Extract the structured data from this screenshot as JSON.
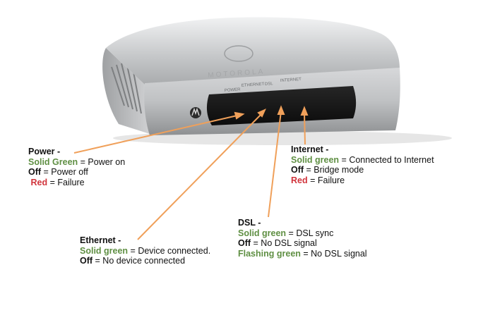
{
  "device": {
    "brand_text": "MOTOROLA",
    "led_labels": [
      "POWER",
      "ETHERNET",
      "DSL",
      "INTERNET"
    ]
  },
  "colors": {
    "green": "#5f8f43",
    "red": "#d1343c",
    "arrow": "#f0a05a",
    "body_silver": "#c9cbcd"
  },
  "legends": {
    "power": {
      "title": "Power -",
      "rows": [
        {
          "state": "Solid Green",
          "desc": " = Power on"
        },
        {
          "state": "Off",
          "desc": " = Power off"
        },
        {
          "state": "Red",
          "desc": " = Failure"
        }
      ]
    },
    "internet": {
      "title": "Internet -",
      "rows": [
        {
          "state": "Solid green",
          "desc": " = Connected to Internet"
        },
        {
          "state": "Off",
          "desc": " = Bridge mode"
        },
        {
          "state": "Red",
          "desc": " = Failure"
        }
      ]
    },
    "dsl": {
      "title": "DSL -",
      "rows": [
        {
          "state": "Solid green",
          "desc": " = DSL sync"
        },
        {
          "state": "Off",
          "desc": " = No DSL signal"
        },
        {
          "state": "Flashing green",
          "desc": " = No DSL signal"
        }
      ]
    },
    "ethernet": {
      "title": "Ethernet -",
      "rows": [
        {
          "state": "Solid green",
          "desc": " = Device connected."
        },
        {
          "state": "Off",
          "desc": " = No device connected"
        }
      ]
    }
  }
}
